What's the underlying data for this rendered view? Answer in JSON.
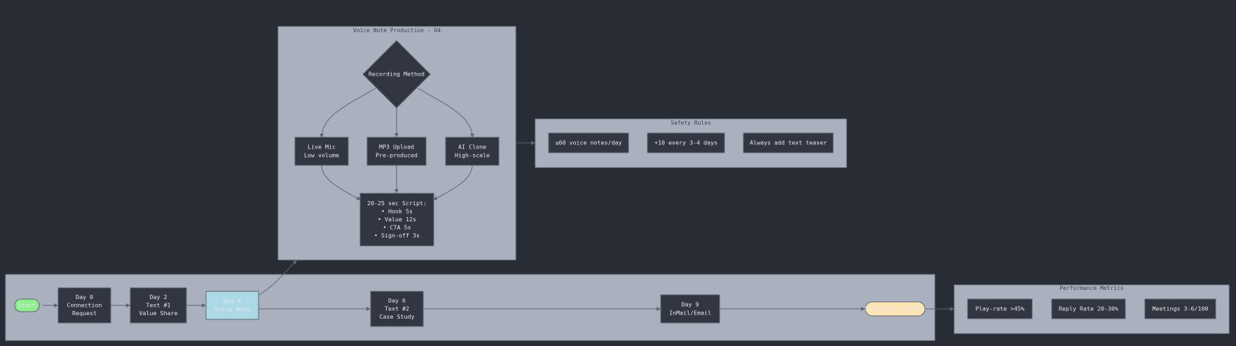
{
  "colors": {
    "background": "#282c34",
    "cluster_fill": "#aab0be",
    "cluster_stroke": "#8a90a0",
    "node_fill": "#323640",
    "node_stroke": "#5c6270",
    "node_text": "#e6e8ec",
    "edge": "#5f6574",
    "start_fill": "#90ee90",
    "start_text": "#2e8b57",
    "voice_note_fill": "#add8e6",
    "voice_note_text": "#7fb2c4",
    "measure_fill": "#ffe4b5",
    "measure_text": "#d9a055"
  },
  "clusters": {
    "production": {
      "title": "Voice Note Production - D4"
    },
    "safety": {
      "title": "Safety Rules"
    },
    "sequence": {
      "title": ""
    },
    "metrics": {
      "title": "Performance Metrics"
    }
  },
  "nodes": {
    "recording_method": {
      "lines": [
        "Recording Method"
      ],
      "icon": "decision-diamond"
    },
    "live_mic": {
      "lines": [
        "Live Mic",
        "Low volume"
      ]
    },
    "mp3_upload": {
      "lines": [
        "MP3 Upload",
        "Pre-produced"
      ]
    },
    "ai_clone": {
      "lines": [
        "AI Clone",
        "High-scale"
      ]
    },
    "script": {
      "lines": [
        "20-25 sec Script:",
        "• Hook 5s",
        "• Value 12s",
        "• CTA 5s",
        "• Sign-off 3s"
      ]
    },
    "safety_1": {
      "lines": [
        "≤60 voice notes/day"
      ]
    },
    "safety_2": {
      "lines": [
        "+10 every 3-4 days"
      ]
    },
    "safety_3": {
      "lines": [
        "Always add text teaser"
      ]
    },
    "start": {
      "lines": [
        "Start"
      ]
    },
    "day0": {
      "lines": [
        "Day 0",
        "Connection",
        "Request"
      ]
    },
    "day2": {
      "lines": [
        "Day 2",
        "Text #1",
        "Value Share"
      ]
    },
    "day4": {
      "lines": [
        "Day 4",
        "Voice Note"
      ]
    },
    "day6": {
      "lines": [
        "Day 6",
        "Text #2",
        "Case Study"
      ]
    },
    "day9": {
      "lines": [
        "Day 9",
        "InMail/Email"
      ]
    },
    "measure": {
      "lines": [
        "Measure & Iterate"
      ]
    },
    "metric_1": {
      "lines": [
        "Play-rate >45%"
      ]
    },
    "metric_2": {
      "lines": [
        "Reply Rate 20-30%"
      ]
    },
    "metric_3": {
      "lines": [
        "Meetings 3-6/100"
      ]
    }
  }
}
